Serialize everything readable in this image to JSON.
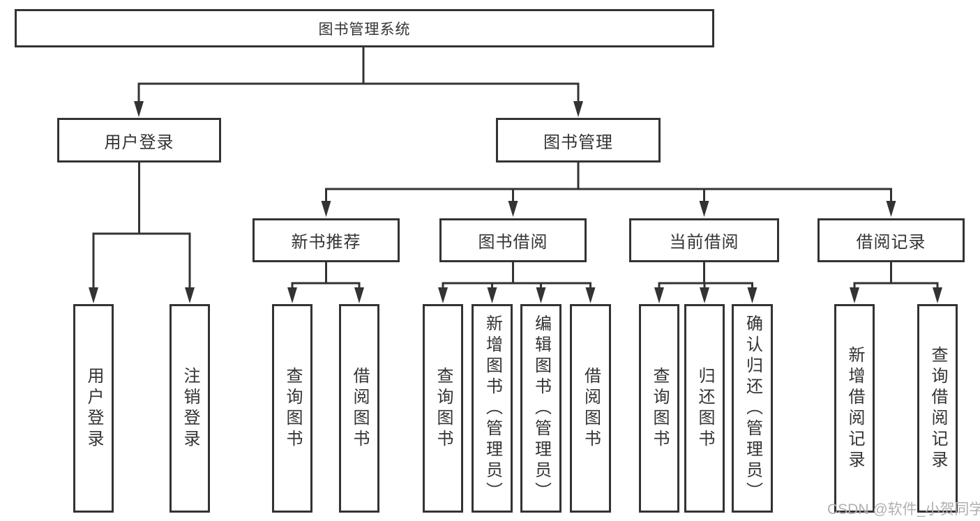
{
  "colors": {
    "line": "#333333",
    "box_border": "#333333",
    "text": "#333333",
    "background": "#ffffff",
    "watermark": "#b0b0b0"
  },
  "watermark": {
    "text": "CSDN @软件_小贺同学"
  },
  "tree": {
    "root": {
      "label": "图书管理系统"
    },
    "branches": [
      {
        "label": "用户登录",
        "children": [
          {
            "label": "用户登录"
          },
          {
            "label": "注销登录"
          }
        ]
      },
      {
        "label": "图书管理",
        "sections": [
          {
            "label": "新书推荐",
            "children": [
              {
                "label": "查询图书"
              },
              {
                "label": "借阅图书"
              }
            ]
          },
          {
            "label": "图书借阅",
            "children": [
              {
                "label": "查询图书"
              },
              {
                "label": "新增图书（管理员）"
              },
              {
                "label": "编辑图书（管理员）"
              },
              {
                "label": "借阅图书"
              }
            ]
          },
          {
            "label": "当前借阅",
            "children": [
              {
                "label": "查询图书"
              },
              {
                "label": "归还图书"
              },
              {
                "label": "确认归还（管理员）"
              }
            ]
          },
          {
            "label": "借阅记录",
            "children": [
              {
                "label": "新增借阅记录"
              },
              {
                "label": "查询借阅记录"
              }
            ]
          }
        ]
      }
    ]
  }
}
